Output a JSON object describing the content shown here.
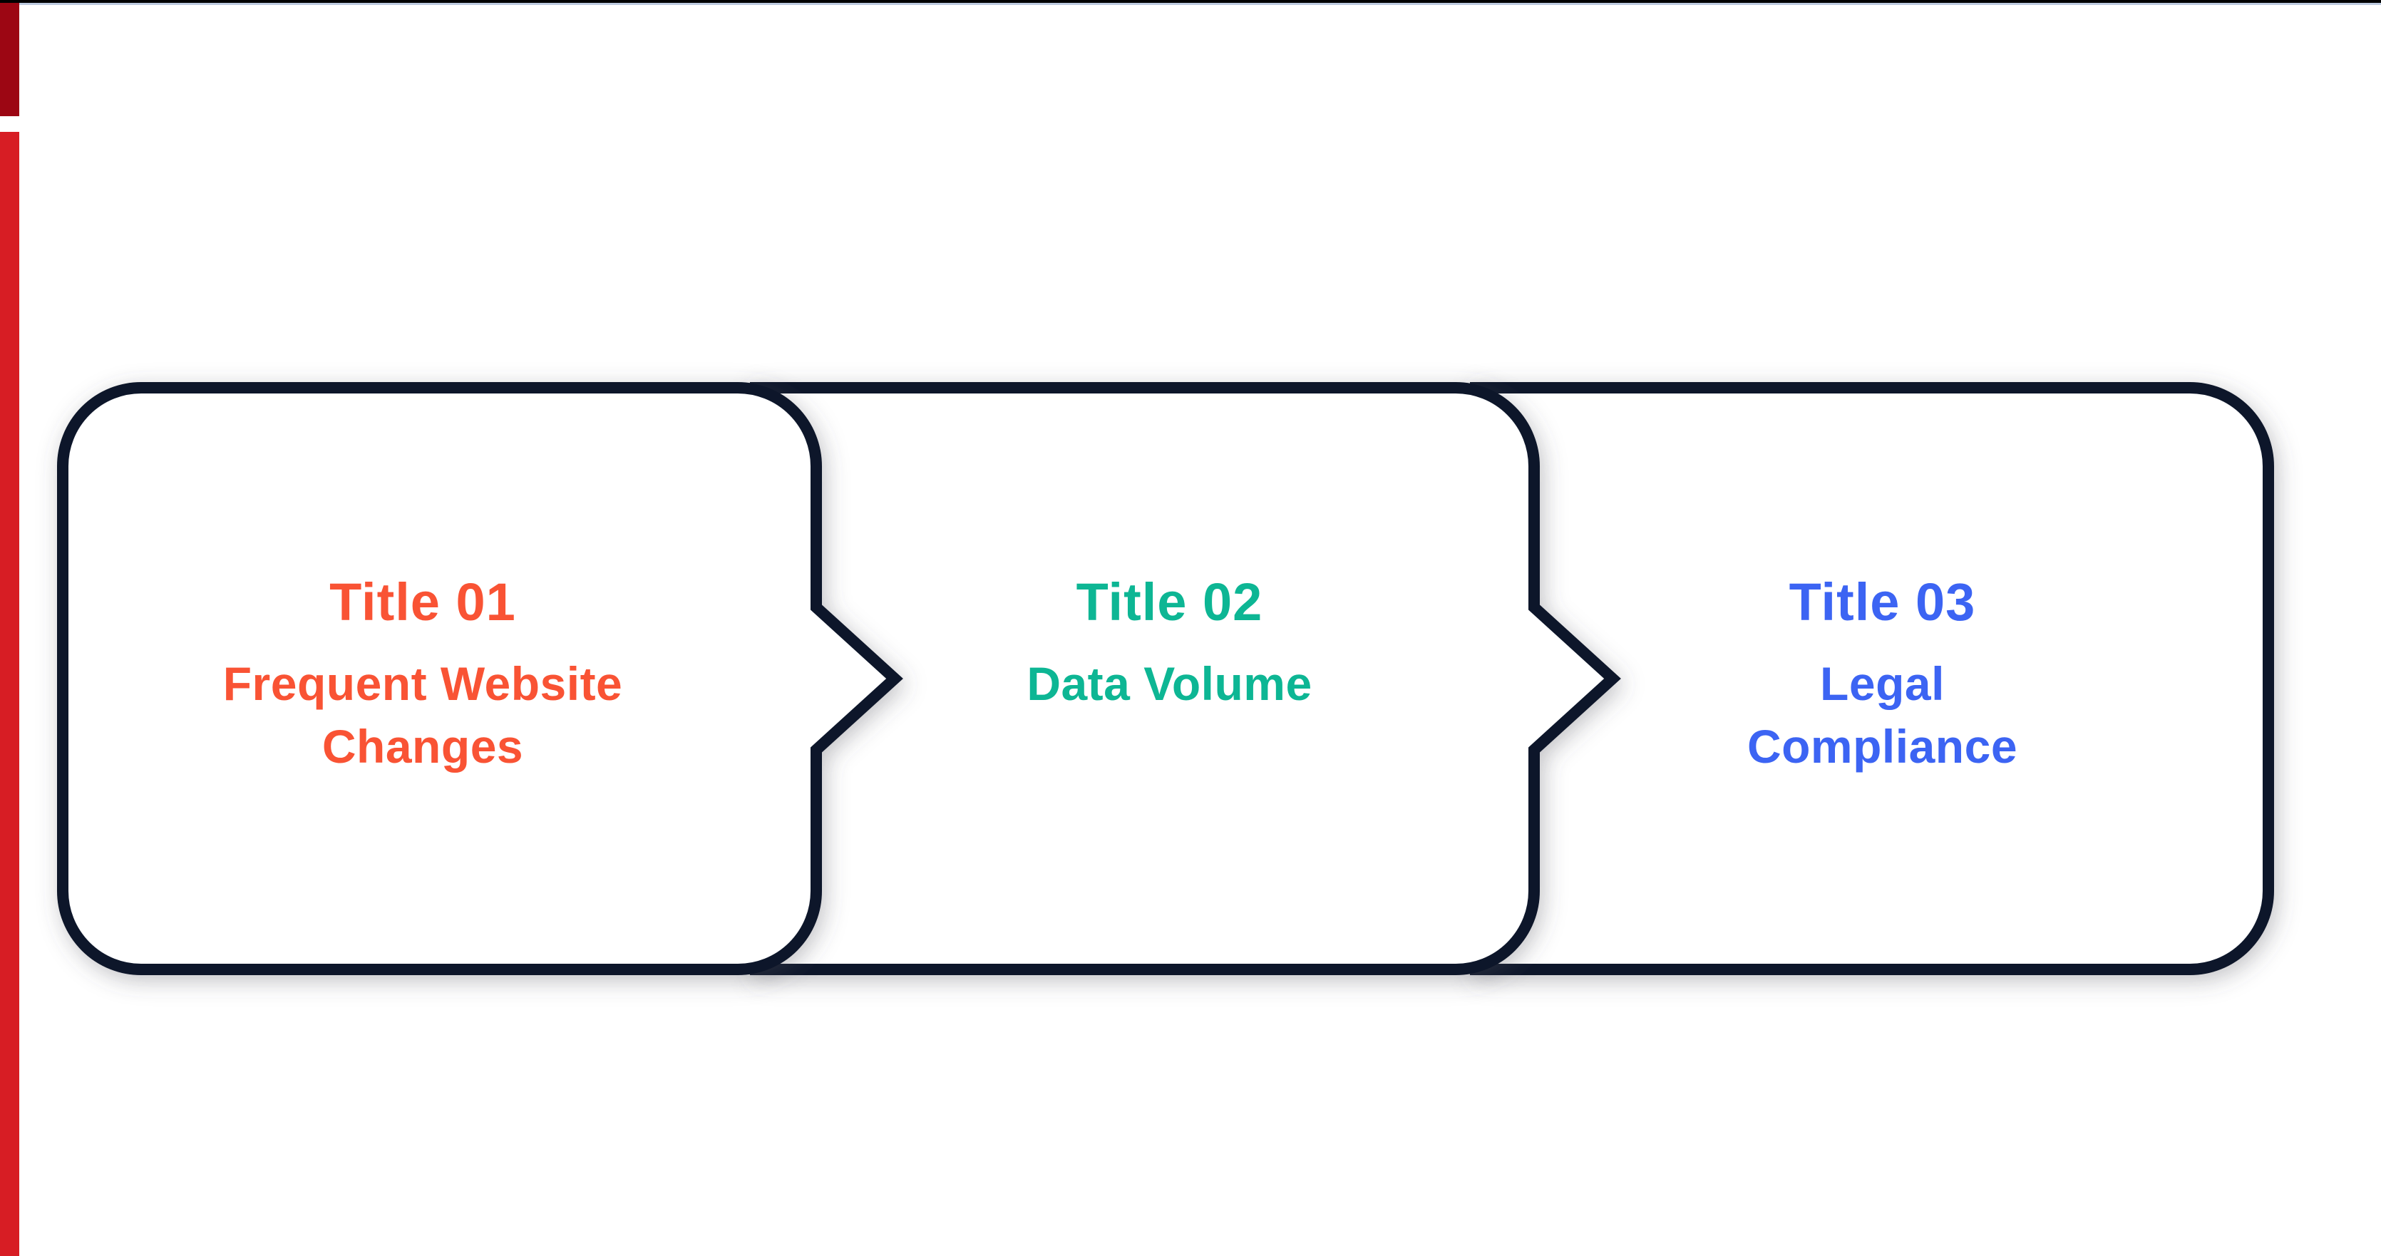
{
  "colors": {
    "page_bg": "#ffffff",
    "top_bar": "#000000",
    "top_bar_underline": "#bccadf",
    "side_bar_top": "#9c0613",
    "side_bar_bottom": "#d71d24",
    "card_border": "#081329",
    "card_fill": "#ffffff"
  },
  "cards": [
    {
      "title": "Title 01",
      "body_lines": [
        "Frequent Website",
        "Changes"
      ],
      "accent_color": "#f95334",
      "arrow_to_next": true
    },
    {
      "title": "Title 02",
      "body_lines": [
        "Data Volume"
      ],
      "accent_color": "#0db694",
      "arrow_to_next": true
    },
    {
      "title": "Title 03",
      "body_lines": [
        "Legal",
        "Compliance"
      ],
      "accent_color": "#3c64f3",
      "arrow_to_next": false
    }
  ]
}
